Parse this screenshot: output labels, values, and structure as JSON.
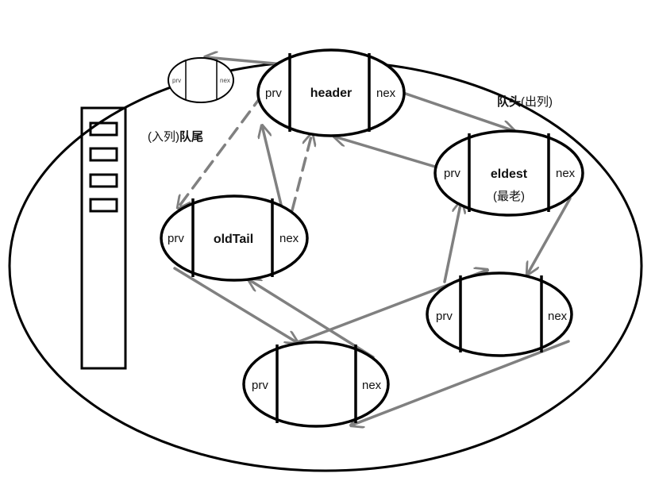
{
  "nodes": {
    "header": {
      "prv": "prv",
      "title": "header",
      "nex": "nex"
    },
    "eldest": {
      "prv": "prv",
      "title": "eldest",
      "subtitle": "(最老)",
      "nex": "nex"
    },
    "old_tail": {
      "prv": "prv",
      "title": "oldTail",
      "nex": "nex"
    },
    "right_node": {
      "prv": "prv",
      "nex": "nex"
    },
    "bottom_node": {
      "prv": "prv",
      "nex": "nex"
    },
    "mini_node": {
      "prv": "prv",
      "nex": "nex"
    }
  },
  "annotations": {
    "queue_head_bold": "队头",
    "queue_head_paren": "(出列)",
    "queue_tail_paren": "(入列)",
    "queue_tail_bold": "队尾"
  },
  "colors": {
    "outline": "#000000",
    "arrow": "#808080"
  }
}
